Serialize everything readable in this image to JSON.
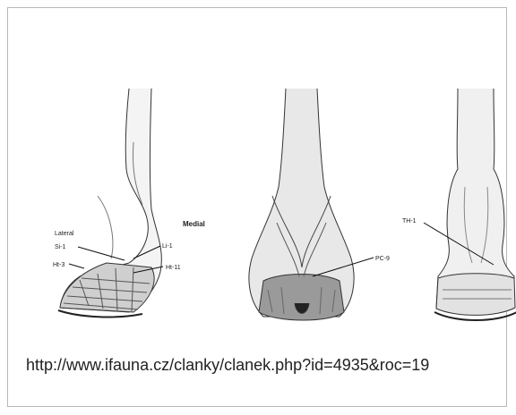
{
  "figure": {
    "labels": {
      "lateral": "Lateral",
      "medial": "Medial",
      "si1": "Si-1",
      "li1": "Li-1",
      "ht3": "Ht-3",
      "ht11": "Ht-11",
      "pc9": "PC-9",
      "th1": "TH-1"
    }
  },
  "caption": {
    "text": "http://www.ifauna.cz/clanky/clanek.php?id=4935&roc=19"
  }
}
